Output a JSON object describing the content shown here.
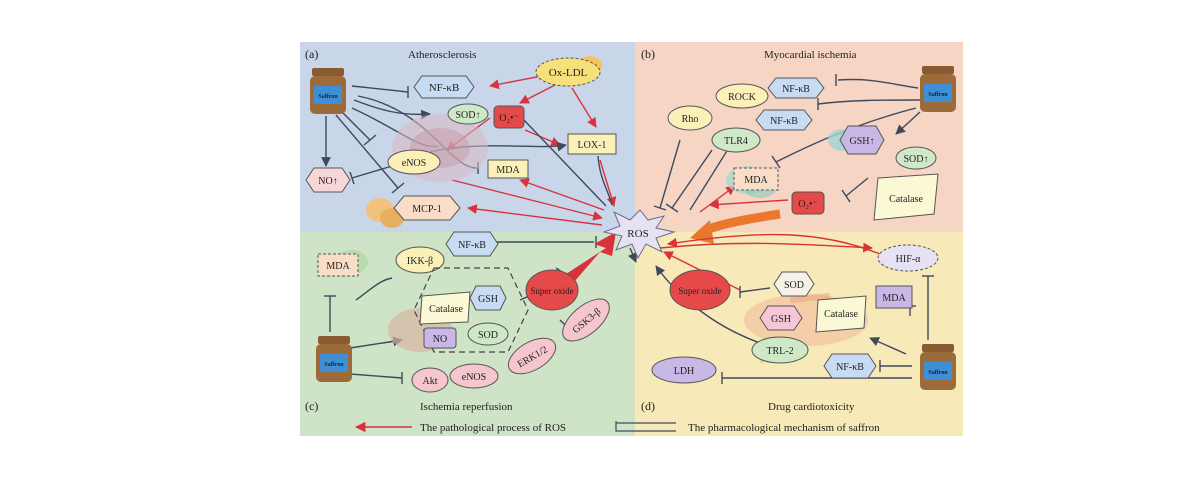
{
  "panels": {
    "a": {
      "letter": "(a)",
      "title": "Atherosclerosis",
      "bg": "#c9d6ea"
    },
    "b": {
      "letter": "(b)",
      "title": "Myocardial ischemia",
      "bg": "#f6d5c4"
    },
    "c": {
      "letter": "(c)",
      "title": "Ischemia reperfusion",
      "bg": "#cfe3c6"
    },
    "d": {
      "letter": "(d)",
      "title": "Drug cardiotoxicity",
      "bg": "#f8e9b8"
    }
  },
  "center": {
    "label": "ROS"
  },
  "jar_label": "Saffron",
  "panel_a": {
    "nfkb": "NF-κB",
    "oxldl": "Ox-LDL",
    "sod": "SOD↑",
    "o2": "O₂•⁻",
    "lox1": "LOX-1",
    "enos": "eNOS",
    "mda": "MDA",
    "no": "NO↑",
    "mcp1": "MCP-1"
  },
  "panel_b": {
    "rho": "Rho",
    "rock": "ROCK",
    "nfkb1": "NF-κB",
    "tlr4": "TLR4",
    "nfkb2": "NF-κB",
    "gsh": "GSH↑",
    "sod": "SOD↑",
    "mda": "MDA",
    "o2": "O₂•⁻",
    "catalase": "Catalase"
  },
  "panel_c": {
    "mda": "MDA",
    "ikk": "IKK-β",
    "nfkb": "NF-κB",
    "catalase": "Catalase",
    "gsh": "GSH",
    "no": "NO",
    "sod": "SOD",
    "superoxide": "Super oxide",
    "akt": "Akt",
    "enos": "eNOS",
    "erk": "ERK1/2",
    "gsk": "GSK3-β"
  },
  "panel_d": {
    "hif": "HIF-α",
    "superoxide": "Super oxide",
    "sod": "SOD",
    "mda": "MDA",
    "gsh": "GSH",
    "catalase": "Catalase",
    "trl2": "TRL-2",
    "nfkb": "NF-κB",
    "ldh": "LDH"
  },
  "legend": {
    "red_label": "The pathological process of ROS",
    "blue_label": "The pharmacological mechanism of saffron"
  },
  "colors": {
    "arrow_red": "#d8333c",
    "inhibit": "#3e4a5c",
    "node_blue": "#c7dbf2",
    "node_red": "#e54949",
    "node_yellow": "#fbf1b8",
    "node_pink": "#f6d6d6",
    "node_green": "#cfe8c8",
    "node_purple": "#c8b8e6",
    "node_peach": "#f9ddc7"
  }
}
